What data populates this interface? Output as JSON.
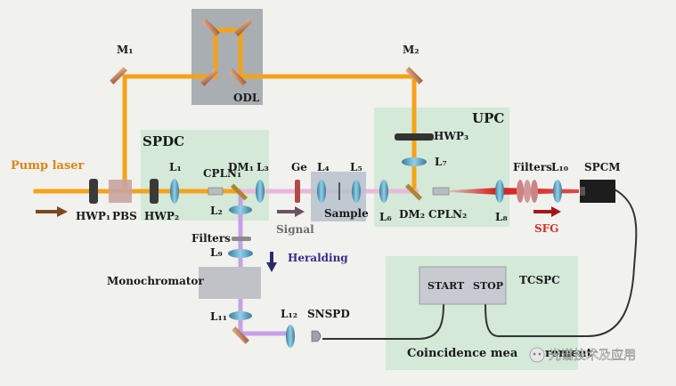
{
  "labels": {
    "m1": "M₁",
    "m2": "M₂",
    "odl": "ODL",
    "upc": "UPC",
    "spdc": "SPDC",
    "hwp3": "HWP₃",
    "l7": "L₇",
    "pump_laser": "Pump laser",
    "l1": "L₁",
    "cpln1": "CPLN₁",
    "dm1": "DM₁",
    "l3": "L₃",
    "ge": "Ge",
    "l4": "L₄",
    "l5": "L₅",
    "filters_top": "Filters",
    "l10": "L₁₀",
    "spcm": "SPCM",
    "hwp1": "HWP₁",
    "pbs": "PBS",
    "hwp2": "HWP₂",
    "l2": "L₂",
    "signal": "Signal",
    "sample": "Sample",
    "l6": "L₆",
    "dm2": "DM₂",
    "cpln2": "CPLN₂",
    "l8": "L₈",
    "sfg": "SFG",
    "filters_left": "Filters",
    "l9": "L₉",
    "heralding": "Heralding",
    "monochromator": "Monochromator",
    "start": "START",
    "stop": "STOP",
    "tcspc": "TCSPC",
    "l11": "L₁₁",
    "l12": "L₁₂",
    "snspd": "SNSPD",
    "coincidence": "Coincidence mea",
    "coincidence_tail": "rement",
    "watermark": "光谱技术及应用"
  },
  "colors": {
    "pump": "#f5a21b",
    "signal": "#e9b7dd",
    "heralding": "#c7a0e6",
    "sfg": "#d8211c",
    "box_green": "#cfe8d3",
    "odl_box": "#a9aeb3"
  }
}
